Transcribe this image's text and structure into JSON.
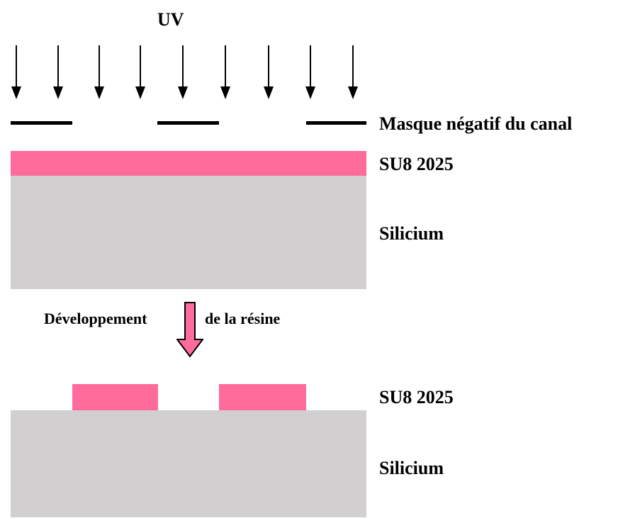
{
  "diagram": {
    "title": "UV",
    "labels": {
      "mask": "Masque négatif du canal",
      "resin_top": "SU8 2025",
      "silicon_top": "Silicium",
      "process_left": "Développement",
      "process_right": "de la résine",
      "resin_bottom": "SU8 2025",
      "silicon_bottom": "Silicium"
    },
    "uv_arrow_count": 9,
    "colors": {
      "resin": "#ff6b9b",
      "silicon": "#d1cfd0",
      "arrow": "#000000",
      "mask": "#000000",
      "process_arrow_fill": "#ff6b9b"
    }
  }
}
